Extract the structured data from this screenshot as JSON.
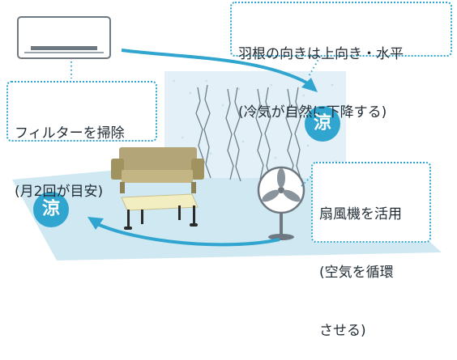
{
  "colors": {
    "accent": "#2fa5cf",
    "floor": "#cfe8f2",
    "wall": "#e3f0f7",
    "sofa": "#b3a577",
    "table": "#f3edc2"
  },
  "callouts": {
    "filter": {
      "line1": "フィルターを掃除",
      "line2": "(月2回が目安)"
    },
    "louver": {
      "line1": "羽根の向きは上向き・水平",
      "line2": "(冷気が自然に下降する)"
    },
    "fan": {
      "line1": "扇風機を活用",
      "line2": "(空気を循環",
      "line3": "させる)"
    }
  },
  "badges": {
    "cool_right": "涼",
    "cool_left": "涼"
  },
  "icons": {
    "air_conditioner": "air-conditioner-icon",
    "sofa": "sofa-icon",
    "table": "table-icon",
    "fan": "electric-fan-icon",
    "airflow": "arrow-icon"
  }
}
